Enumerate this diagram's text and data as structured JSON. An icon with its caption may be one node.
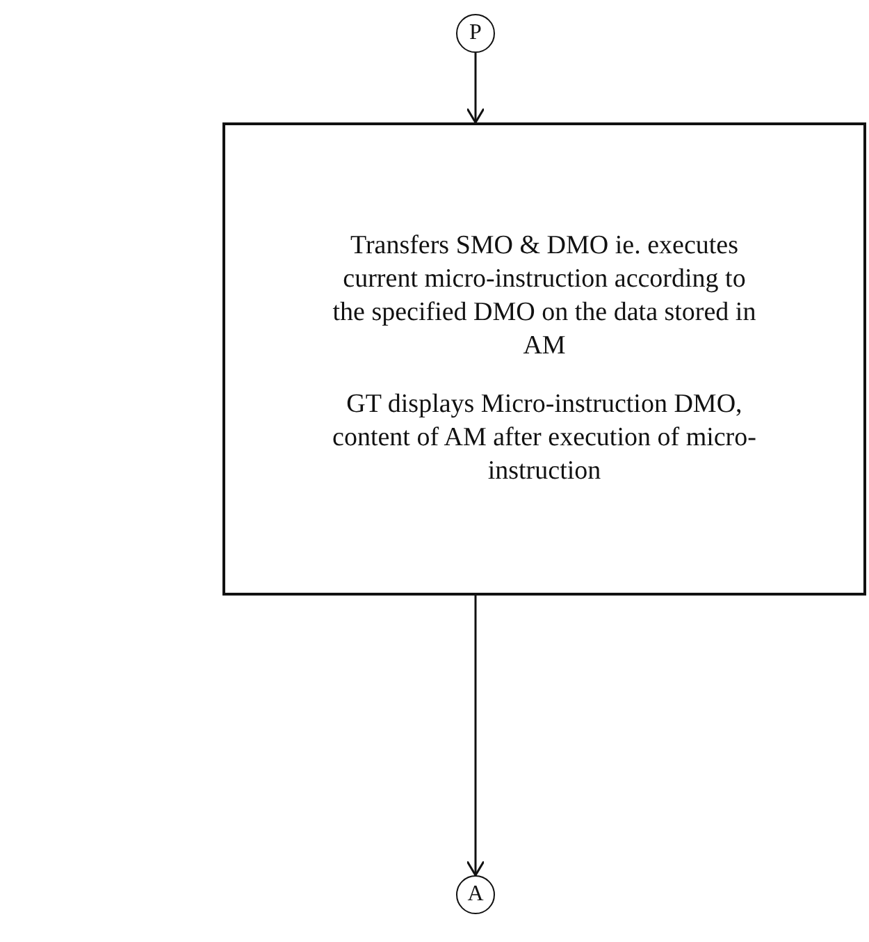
{
  "diagram": {
    "nodes": [
      {
        "text": [
          "P"
        ]
      },
      {
        "text": [
          "Transfers SMO & DMO ie. executes current micro-instruction according to the specified DMO on the data stored in AM",
          "GT displays Micro-instruction DMO, content of AM after execution of micro-instruction"
        ]
      },
      {
        "text": [
          "A"
        ]
      }
    ],
    "edges": [
      {
        "from": 0,
        "to": 1,
        "arrow": "to"
      },
      {
        "from": 1,
        "to": 2,
        "arrow": "to"
      }
    ]
  }
}
